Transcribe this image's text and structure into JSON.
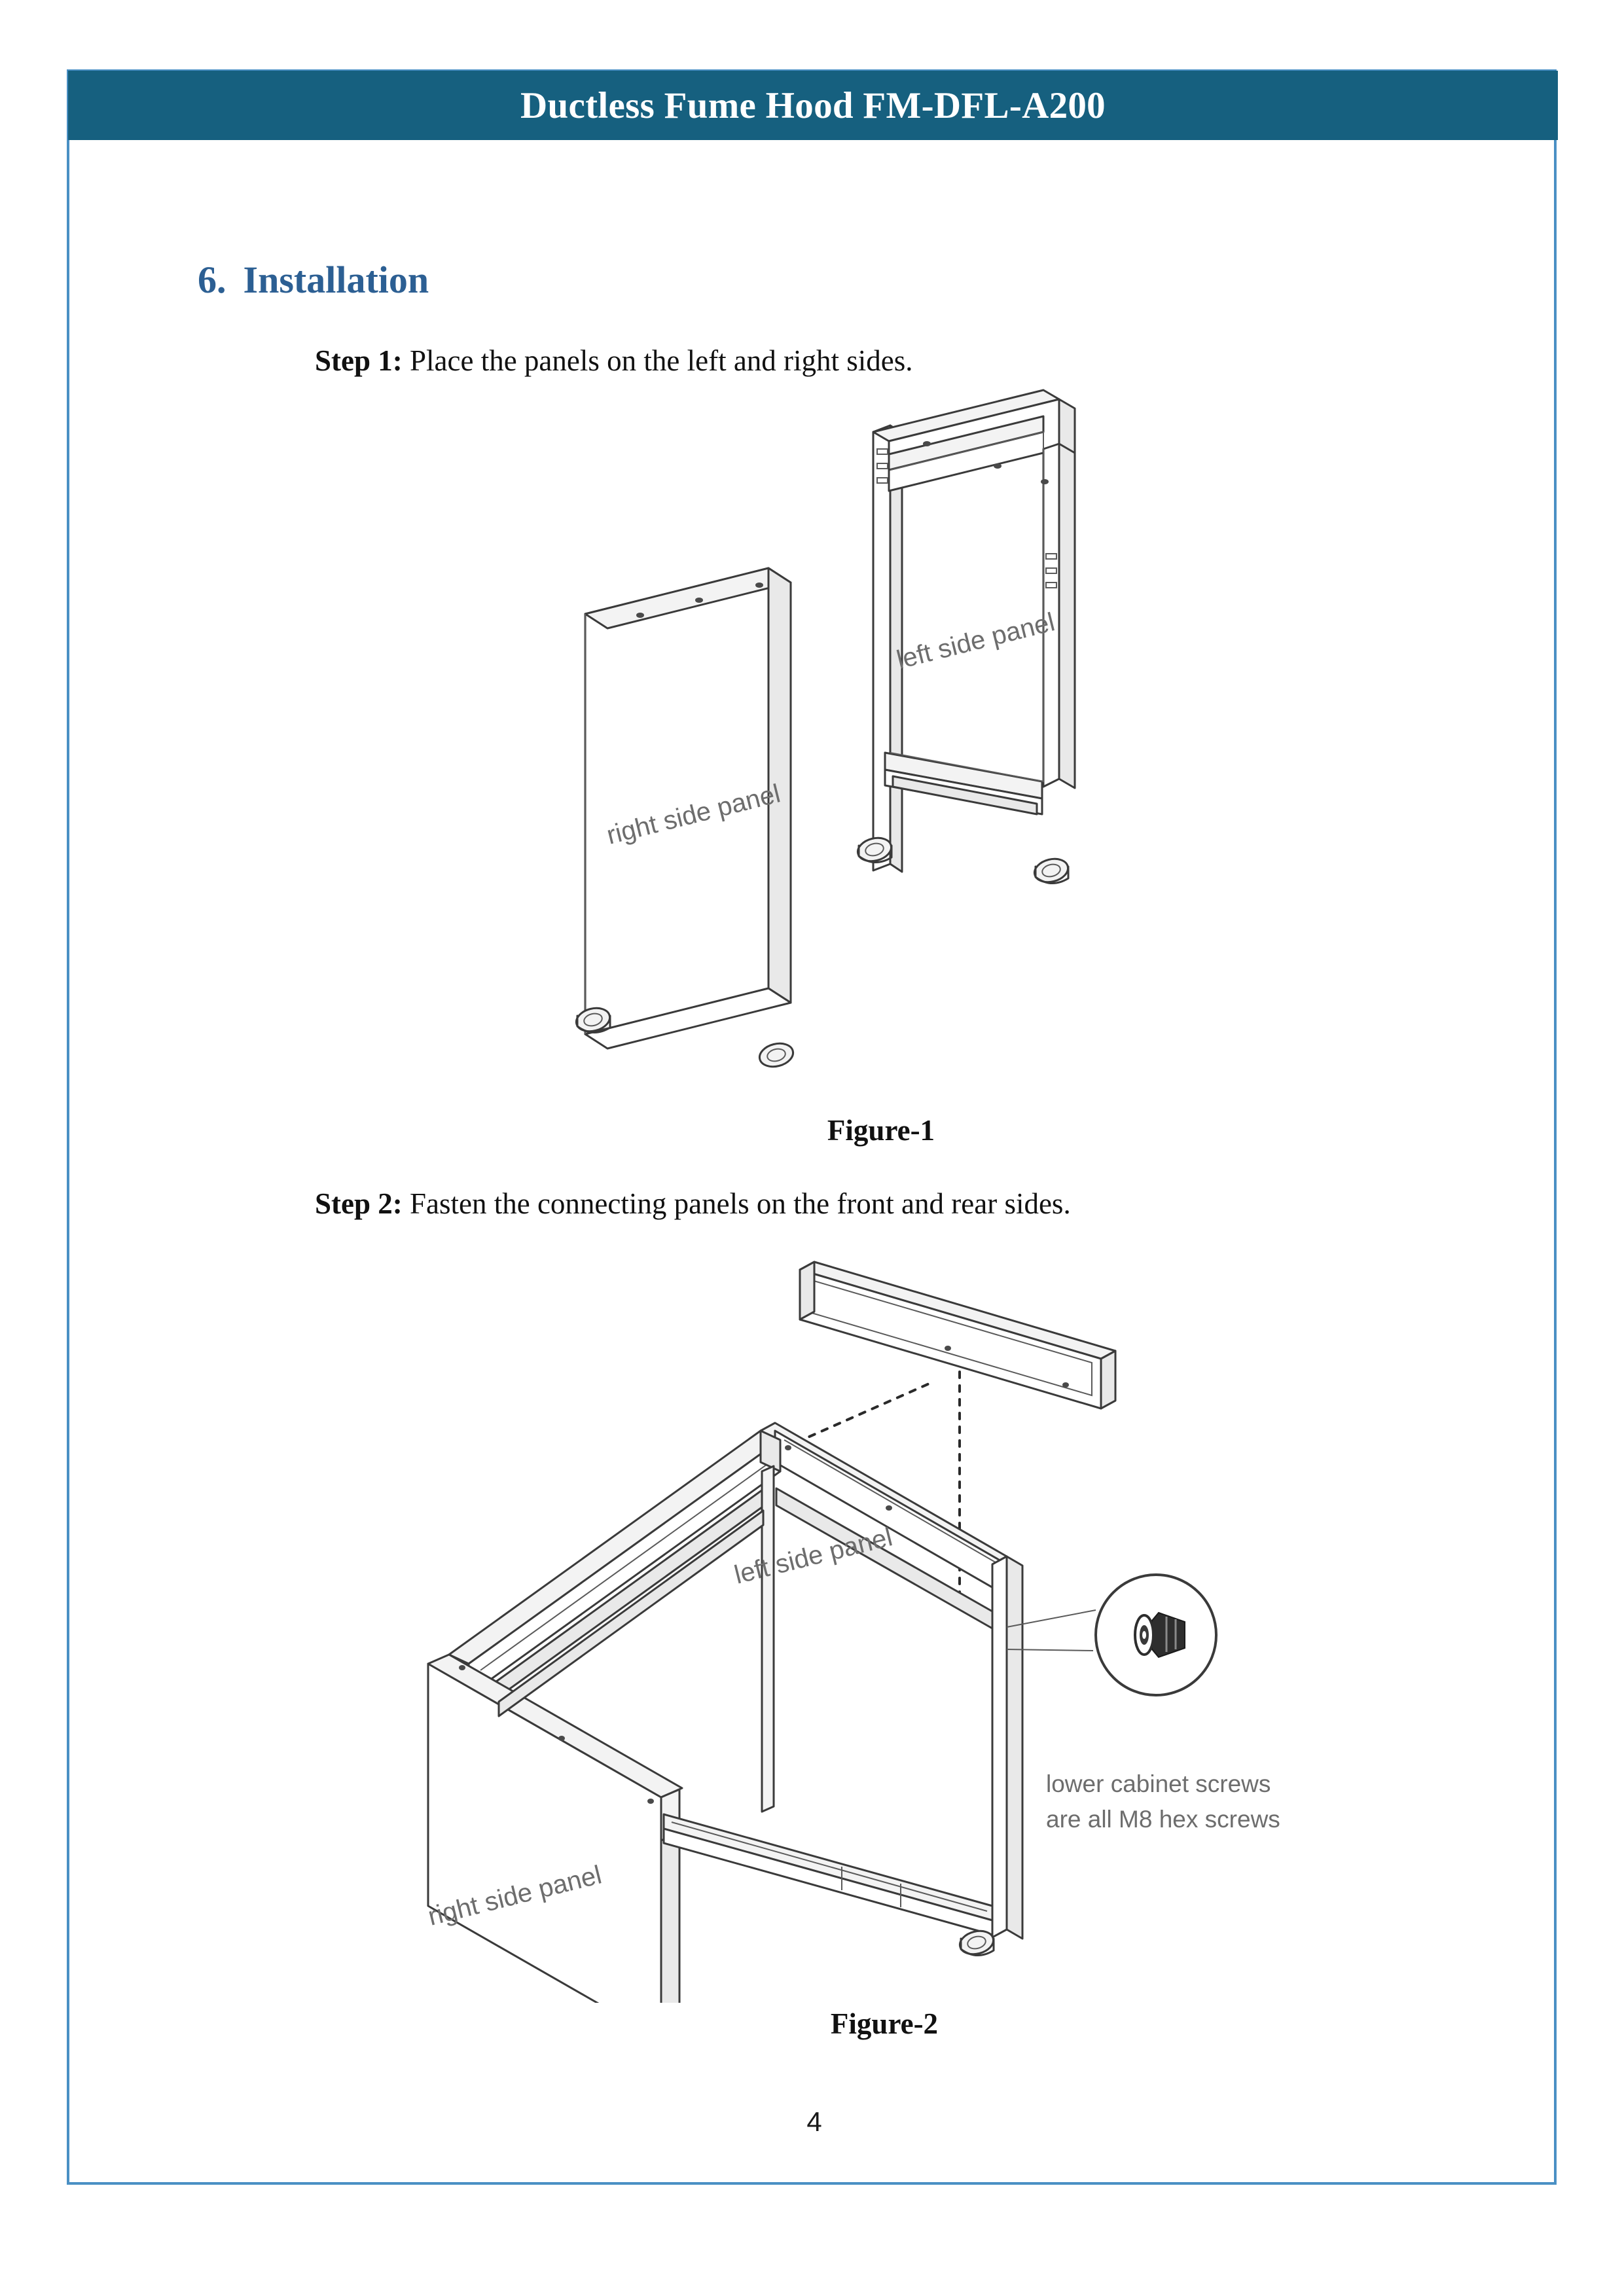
{
  "document": {
    "header_title": "Ductless Fume Hood FM-DFL-A200",
    "page_number": "4",
    "colors": {
      "banner_background": "#16607F",
      "banner_text": "#FFFFFF",
      "heading_text": "#2C5F93",
      "page_border": "#4A90C4",
      "body_text": "#111111",
      "diagram_label": "#6D6D6D"
    }
  },
  "section": {
    "number": "6.",
    "title": "Installation"
  },
  "steps": [
    {
      "label": "Step 1:",
      "text": " Place the panels on the left and right sides."
    },
    {
      "label": "Step 2:",
      "text": " Fasten the connecting panels on the front and rear sides."
    }
  ],
  "figures": [
    {
      "caption": "Figure-1",
      "labels": {
        "right_panel": "right side panel",
        "left_panel": "left side panel"
      }
    },
    {
      "caption": "Figure-2",
      "labels": {
        "right_panel": "right side panel",
        "left_panel": "left side panel"
      },
      "callout": {
        "line1": "lower cabinet screws",
        "line2": "are all M8 hex screws"
      }
    }
  ]
}
